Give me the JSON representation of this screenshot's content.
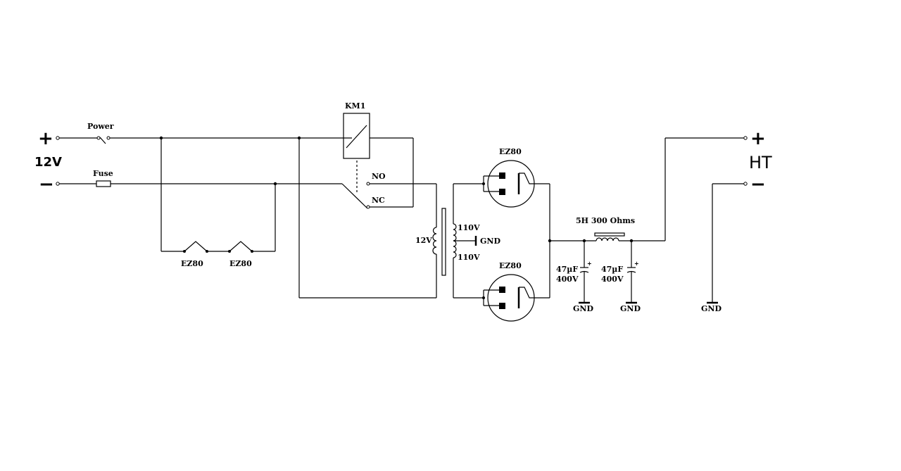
{
  "input": {
    "plus": "+",
    "minus": "−",
    "voltage": "12V"
  },
  "output": {
    "plus": "+",
    "minus": "−",
    "label": "HT"
  },
  "switch": {
    "label": "Power"
  },
  "fuse": {
    "label": "Fuse"
  },
  "relay": {
    "label": "KM1",
    "no": "NO",
    "nc": "NC"
  },
  "heaters": [
    {
      "label": "EZ80"
    },
    {
      "label": "EZ80"
    }
  ],
  "transformer": {
    "primary": "12V",
    "secondary_top": "110V",
    "secondary_bottom": "110V",
    "center_tap": "GND"
  },
  "tubes": [
    {
      "label": "EZ80"
    },
    {
      "label": "EZ80"
    }
  ],
  "choke": {
    "label": "5H 300 Ohms"
  },
  "capacitors": [
    {
      "value": "47µF",
      "voltage": "400V"
    },
    {
      "value": "47µF",
      "voltage": "400V"
    }
  ],
  "grounds": [
    "GND",
    "GND",
    "GND"
  ]
}
